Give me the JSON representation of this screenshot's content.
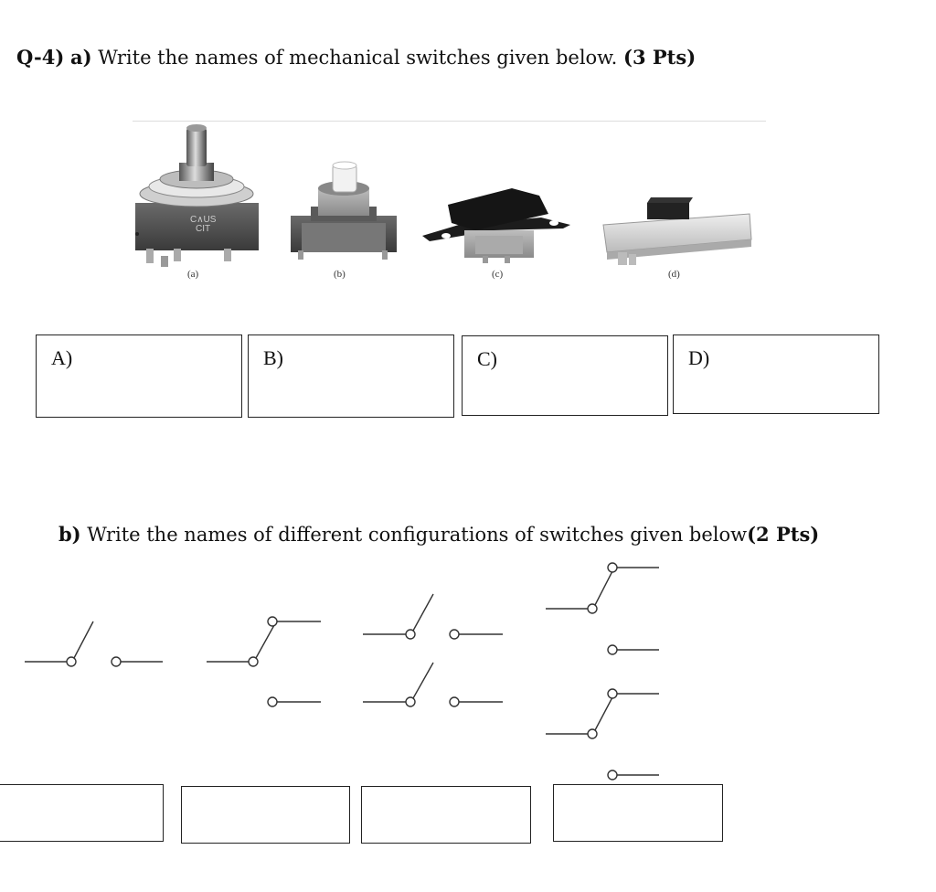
{
  "question": {
    "number": "Q-4)",
    "part_a_marker": "a)",
    "part_a_text": " Write the names of mechanical switches given below. ",
    "part_a_points": "(3 Pts)",
    "part_b_marker": "b)",
    "part_b_text": " Write the names of different configurations of switches given below",
    "part_b_points": "(2 Pts)"
  },
  "switch_images": {
    "labels": [
      "(a)",
      "(b)",
      "(c)",
      "(d)"
    ],
    "stamp_text": [
      "C∧US",
      "CIT"
    ]
  },
  "answer_boxes_a": [
    "A)",
    "B)",
    "C)",
    "D)"
  ],
  "answer_boxes_b": [
    "",
    "",
    "",
    ""
  ]
}
